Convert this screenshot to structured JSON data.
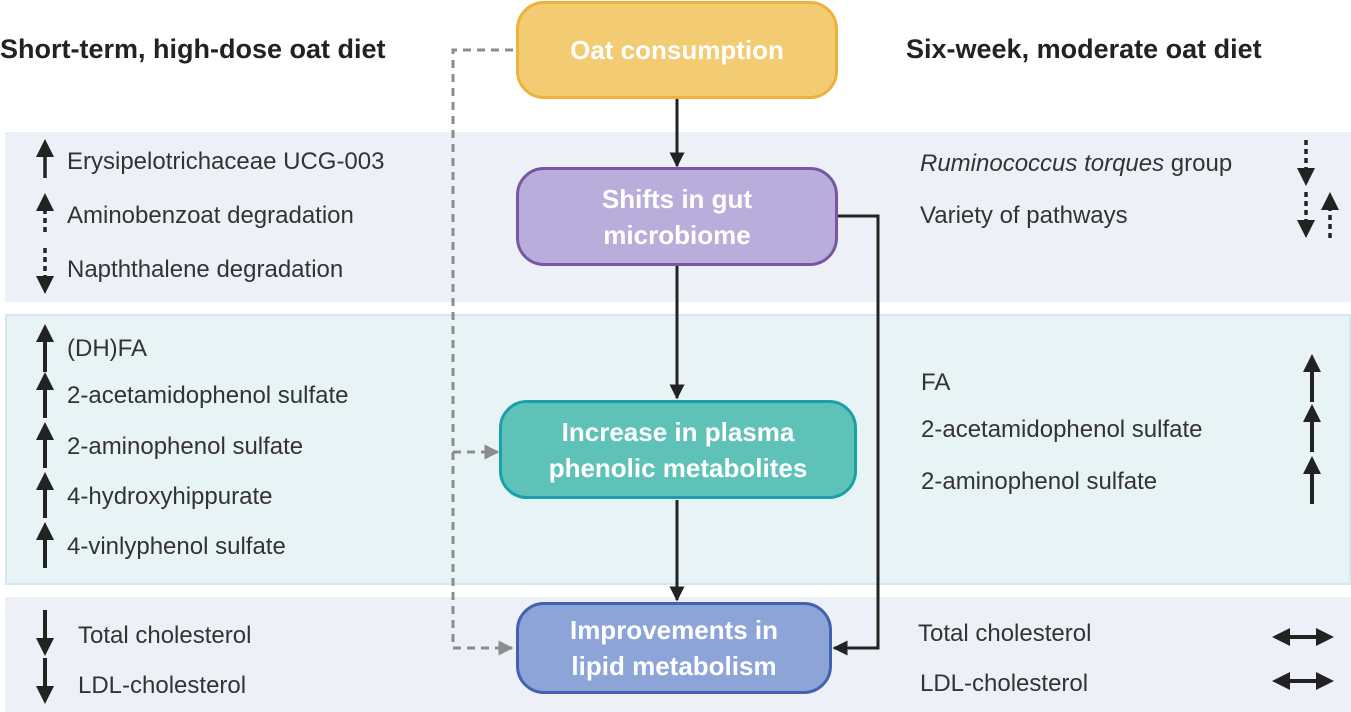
{
  "left_title": "Short-term, high-dose oat diet",
  "right_title": "Six-week, moderate oat diet",
  "nodes": {
    "oat": "Oat consumption",
    "gut": "Shifts in gut\nmicrobiome",
    "plasma": "Increase in plasma\nphenolic metabolites",
    "lipid": "Improvements in\nlipid metabolism"
  },
  "left": {
    "microbiome": [
      {
        "label": "Erysipelotrichaceae UCG-003",
        "direction": "up",
        "style": "solid"
      },
      {
        "label": "Aminobenzoat degradation",
        "direction": "up",
        "style": "dashed"
      },
      {
        "label": "Napththalene degradation",
        "direction": "down",
        "style": "dashed"
      }
    ],
    "metabolites": [
      {
        "label": "(DH)FA",
        "direction": "up"
      },
      {
        "label": "2-acetamidophenol sulfate",
        "direction": "up"
      },
      {
        "label": "2-aminophenol sulfate",
        "direction": "up"
      },
      {
        "label": "4-hydroxyhippurate",
        "direction": "up"
      },
      {
        "label": "4-vinlyphenol sulfate",
        "direction": "up"
      }
    ],
    "lipids": [
      {
        "label": "Total cholesterol",
        "direction": "down"
      },
      {
        "label": "LDL-cholesterol",
        "direction": "down"
      }
    ]
  },
  "right": {
    "microbiome": [
      {
        "label_italic": "Ruminococcus torques",
        "label": " group",
        "direction": "down",
        "style": "dashed"
      },
      {
        "label": "Variety of pathways",
        "direction": "up-down",
        "style": "dashed"
      }
    ],
    "metabolites": [
      {
        "label": "FA",
        "direction": "up"
      },
      {
        "label": "2-acetamidophenol sulfate",
        "direction": "up"
      },
      {
        "label": "2-aminophenol sulfate",
        "direction": "up"
      }
    ],
    "lipids": [
      {
        "label": "Total cholesterol",
        "direction": "unchanged"
      },
      {
        "label": "LDL-cholesterol",
        "direction": "unchanged"
      }
    ]
  },
  "colors": {
    "oat_fill": "#f2cb72",
    "oat_border": "#ecb23c",
    "gut_fill": "#b9aedb",
    "gut_border": "#7a55a5",
    "plasma_fill": "#5ec2b9",
    "plasma_border": "#1aa1a8",
    "lipid_fill": "#8da4d8",
    "lipid_border": "#4460b0",
    "band_light": "#edf1f7",
    "band_teal": "#e8f3f5",
    "arrow": "#222222",
    "dashed_connector": "#8c8c8c"
  }
}
